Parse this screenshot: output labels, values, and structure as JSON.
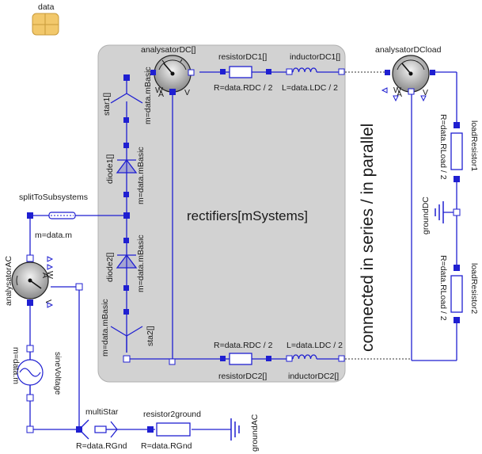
{
  "labels": {
    "data": "data",
    "analysatorDC": "analysatorDC[]",
    "resistorDC1": "resistorDC1[]",
    "inductorDC1": "inductorDC1[]",
    "analysatorDCload": "analysatorDCload",
    "r_data_rdc_top": "R=data.RDC / 2",
    "l_data_ldc_top": "L=data.LDC / 2",
    "star1": "star1[]",
    "m_basic_star1": "m=data.mBasic",
    "diode1": "diode1[]",
    "m_basic_diode1": "m=data.mBasic",
    "split": "splitToSubsystems",
    "rectifiers": "rectifiers[mSystems]",
    "m_data_m": "m=data.m",
    "diode2": "diode2[]",
    "m_basic_diode2": "m=data.mBasic",
    "analysatorAC": "analysatorAC",
    "star2": "sta2[]",
    "m_basic_star2": "m=data.mBasic",
    "sineVoltage": "sineVoltage",
    "m_data_m2": "m=data.m",
    "r_data_rdc_bottom": "R=data.RDC / 2",
    "l_data_ldc_bottom": "L=data.LDC / 2",
    "resistorDC2": "resistorDC2[]",
    "inductorDC2": "inductorDC2[]",
    "connected": "connected in series / in parallel",
    "loadResistor1": "loadResistor1",
    "r_load1": "R=data.RLoad / 2",
    "groundDC": "groundDC",
    "loadResistor2": "loadResistor2",
    "r_load2": "R=data.RLoad / 2",
    "multiStar": "multiStar",
    "resistor2ground": "resistor2ground",
    "r_gnd1": "R=data.RGnd",
    "r_gnd2": "R=data.RGnd",
    "groundAC": "groundAC",
    "meter_W": "W",
    "meter_A": "A",
    "meter_V": "V"
  },
  "colors": {
    "wire": "#1f1fd1",
    "block": "#c8c8c8",
    "block_stroke": "#a0a0a0",
    "data_icon": "#f2c86b"
  }
}
